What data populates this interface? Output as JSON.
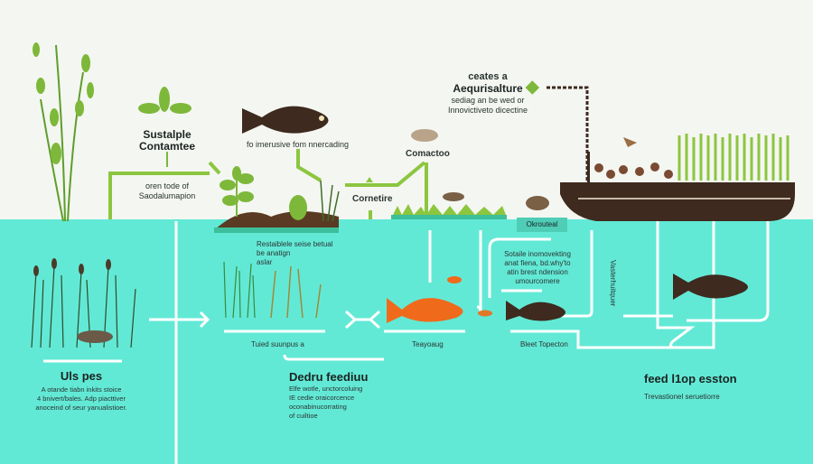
{
  "colors": {
    "water": "#62e9d6",
    "background": "#f4f6f1",
    "plant_green": "#7db83a",
    "dark_brown": "#3e2a1e",
    "orange_fish": "#f06a1c"
  },
  "labels": {
    "sustainable_title": "Sustalple Contamtee",
    "sustainable_line1": "Sustalple",
    "sustainable_line2": "Contamtee",
    "open_code_line1": "oren tode of",
    "open_code_line2": "Saodalumapion",
    "fish_caption": "fo imerusive fom nnercading",
    "aqua_kicker": "ceates a",
    "aqua_title": "Aequrisalture",
    "aqua_line1": "sediag an be wed or",
    "aqua_line2": "Innovictiveto dicectine",
    "comactoo": "Comactoo",
    "cornetire": "Cornetire",
    "okrouteal": "Okrouteal",
    "restaible_line1": "Restaiblele seise betual",
    "restaible_line2": "be anatign",
    "restaible_line3": "aslar",
    "sotaile_line1": "Sotaile inomovekting",
    "sotaile_line2": "anat fiena, bd.why'to",
    "sotaile_line3": "atin brest ndension",
    "sotaile_line4": "umourcomere",
    "tuied": "Tuied suunpus a",
    "teayoaug": "Teayoaug",
    "bleet": "Bleet Topecton",
    "vertical_text": "Vasterhuitquer",
    "uls_title": "Uls pes",
    "uls_line1": "A otande tiabn inkits stoice",
    "uls_line2": "4 bnivert/bales. Adp piacttiver",
    "uls_line3": "anoceind of seur yanualistioer.",
    "dedru_title": "Dedru feediuu",
    "dedru_line1": "Elfe wotle, unctorcoluing",
    "dedru_line2": "IE cedie oraicorcence",
    "dedru_line3": "oconabinucorrating",
    "dedru_line4": "of cuiltioe",
    "feed_title": "feed l1op esston",
    "feed_sub": "Trevastionel seruetiorre"
  }
}
